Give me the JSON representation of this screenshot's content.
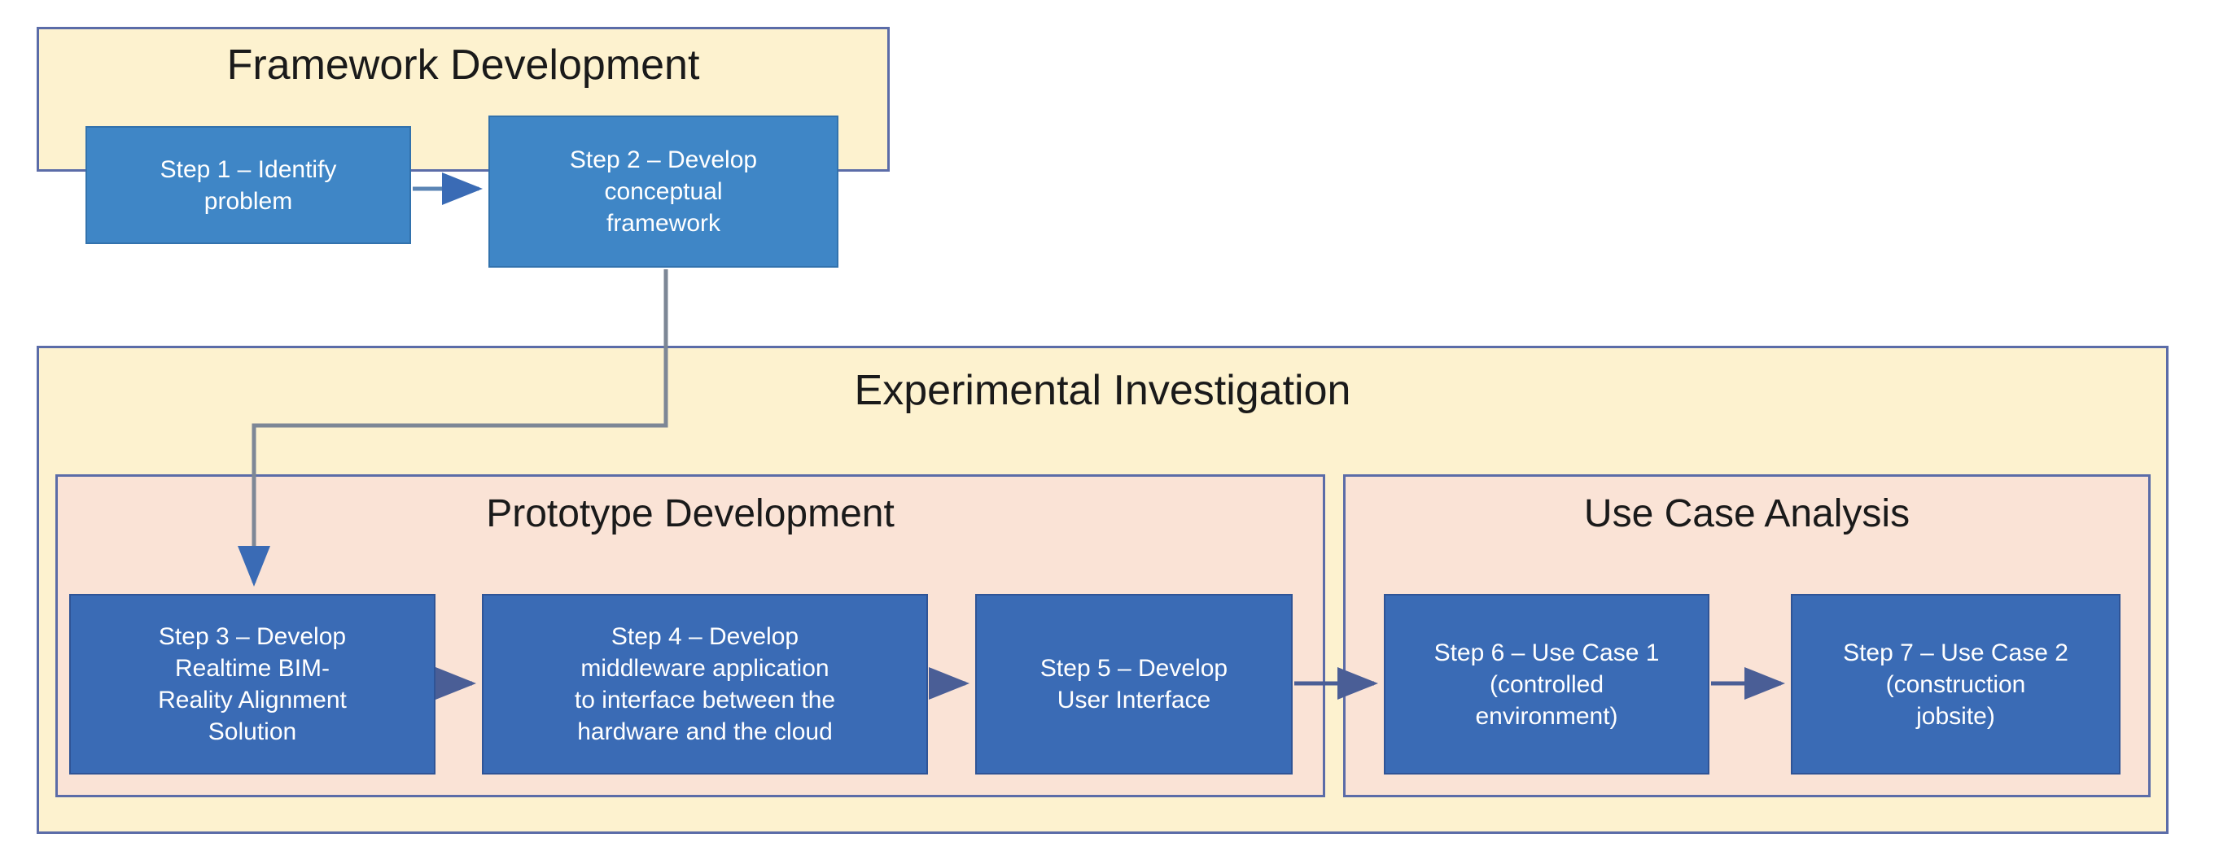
{
  "diagram": {
    "title_framework": "Framework Development",
    "title_experimental": "Experimental Investigation",
    "title_prototype": "Prototype Development",
    "title_usecase": "Use Case Analysis",
    "steps": [
      {
        "id": "step-1",
        "label": "Step 1 – Identify\nproblem"
      },
      {
        "id": "step-2",
        "label": "Step 2 – Develop\nconceptual\nframework"
      },
      {
        "id": "step-3",
        "label": "Step 3 – Develop\nRealtime BIM-\nReality Alignment\nSolution"
      },
      {
        "id": "step-4",
        "label": "Step 4 –  Develop\nmiddleware application\nto interface between the\nhardware and the cloud"
      },
      {
        "id": "step-5",
        "label": "Step 5 –  Develop\nUser Interface"
      },
      {
        "id": "step-6",
        "label": "Step 6 –  Use Case 1\n(controlled\nenvironment)"
      },
      {
        "id": "step-7",
        "label": "Step 7 –  Use Case 2\n(construction\njobsite)"
      }
    ],
    "colors": {
      "group_fill": "#fdf2cf",
      "sub_fill": "#fae3d6",
      "group_border": "#5b6ca8",
      "node_light": "#3f86c6",
      "node_dark": "#3a6bb5",
      "node_text": "#ffffff",
      "connector": "#4a5e96",
      "title_text": "#1a1a1a"
    }
  }
}
